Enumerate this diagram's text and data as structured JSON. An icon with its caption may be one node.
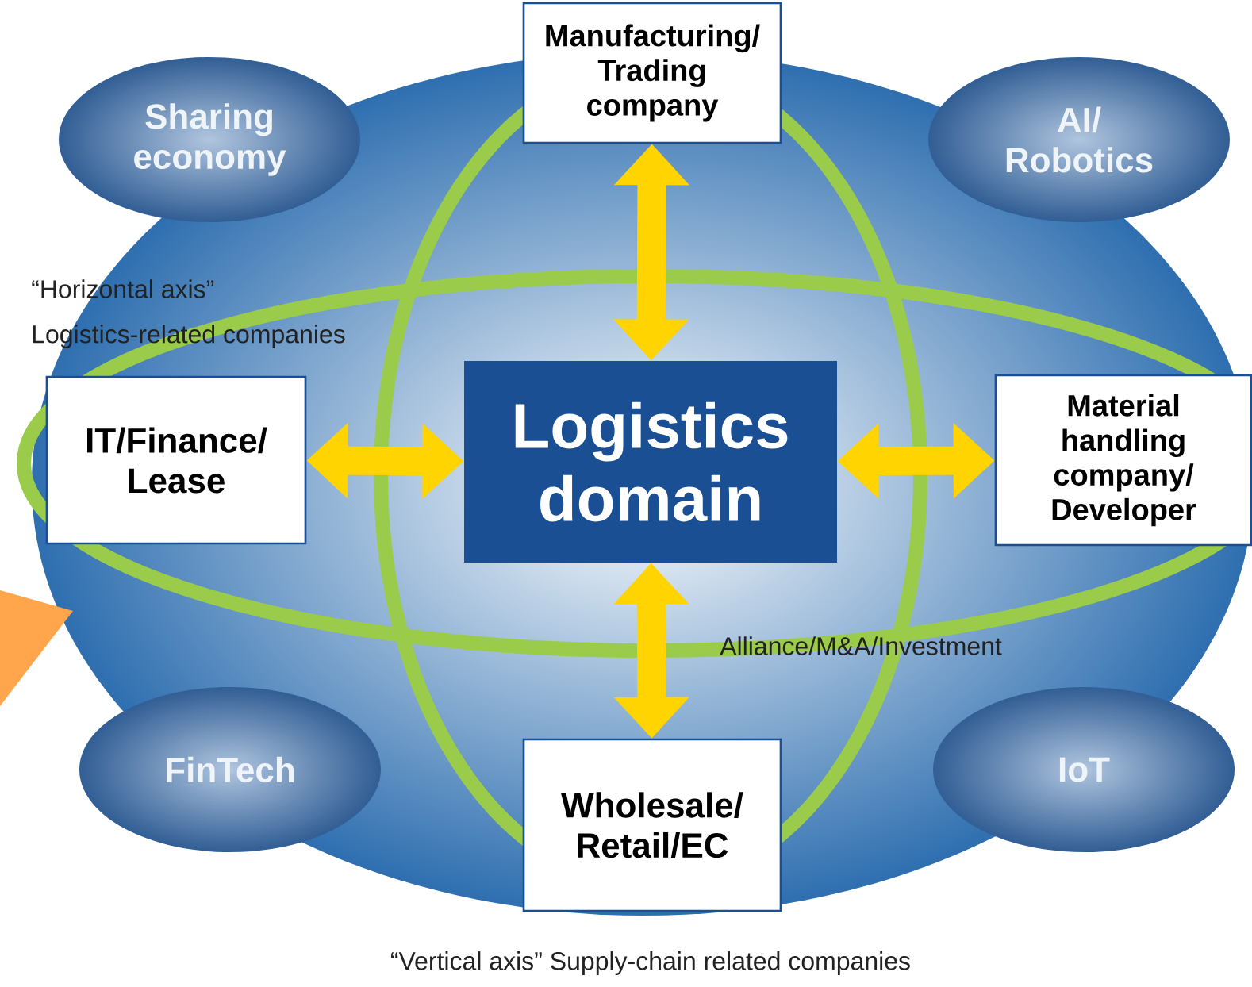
{
  "diagram": {
    "nodes": [
      {
        "text": [
          "Logistics domain"
        ]
      },
      {
        "text": [
          "Manufacturing/ Trading company"
        ]
      },
      {
        "text": [
          "IT/Finance/ Lease"
        ]
      },
      {
        "text": [
          "Material handling company/ Developer"
        ]
      },
      {
        "text": [
          "Wholesale/ Retail/EC"
        ]
      },
      {
        "text": [
          "Sharing economy"
        ]
      },
      {
        "text": [
          "AI/ Robotics"
        ]
      },
      {
        "text": [
          "FinTech"
        ]
      },
      {
        "text": [
          "IoT"
        ]
      }
    ],
    "edges": [
      {
        "from": 0,
        "to": 1,
        "arrow": "both"
      },
      {
        "from": 0,
        "to": 2,
        "arrow": "both"
      },
      {
        "from": 0,
        "to": 3,
        "arrow": "both"
      },
      {
        "from": 0,
        "to": 4,
        "arrow": "both"
      }
    ],
    "labels": [
      "“Horizontal axis”",
      "Logistics-related companies",
      "Alliance/M&A/Investment",
      "“Vertical axis”  Supply-chain related companies"
    ]
  }
}
